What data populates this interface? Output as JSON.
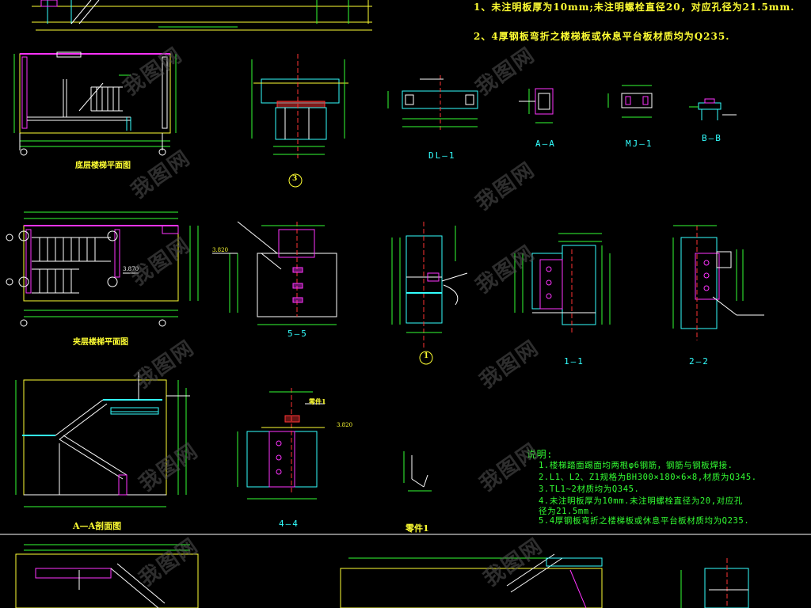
{
  "top_notes": [
    "1、未注明板厚为10mm;未注明螺栓直径20，对应孔径为21.5mm.",
    "2、4厚钢板弯折之楼梯板或休息平台板材质均为Q235."
  ],
  "labels": {
    "ground_plan": "底层楼梯平面图",
    "mid_plan": "夹层楼梯平面图",
    "section_aa": "A—A剖面图",
    "detail_3": "3",
    "detail_1": "1",
    "dl1": "DL—1",
    "a_a": "A—A",
    "mj1": "MJ—1",
    "b_b": "B—B",
    "s55": "5—5",
    "s11": "1—1",
    "s22": "2—2",
    "s44": "4—4",
    "part1": "零件1",
    "part1_tag": "零件1",
    "elev_3820": "3.820",
    "elev_3870": "3.870",
    "elev_3820b": "3.820"
  },
  "notes": {
    "title": "说明:",
    "items": [
      "1.楼梯踏面踢面均两根φ6钢筋，钢筋与钢板焊接.",
      "2.L1、L2、Z1规格为BH300×180×6×8,材质为Q345.",
      "3.TL1~2材质均为Q345.",
      "4.未注明板厚为10mm.未注明螺栓直径为20,对应孔",
      "  径为21.5mm.",
      "5.4厚钢板弯折之楼梯板或休息平台板材质均为Q235."
    ]
  },
  "watermark_text": "我图网",
  "colors": {
    "background": "#000000",
    "yellow": "#ffff33",
    "green": "#33ff33",
    "cyan": "#33ffff",
    "magenta": "#ff33ff",
    "red": "#ff3333",
    "white": "#ffffff"
  }
}
